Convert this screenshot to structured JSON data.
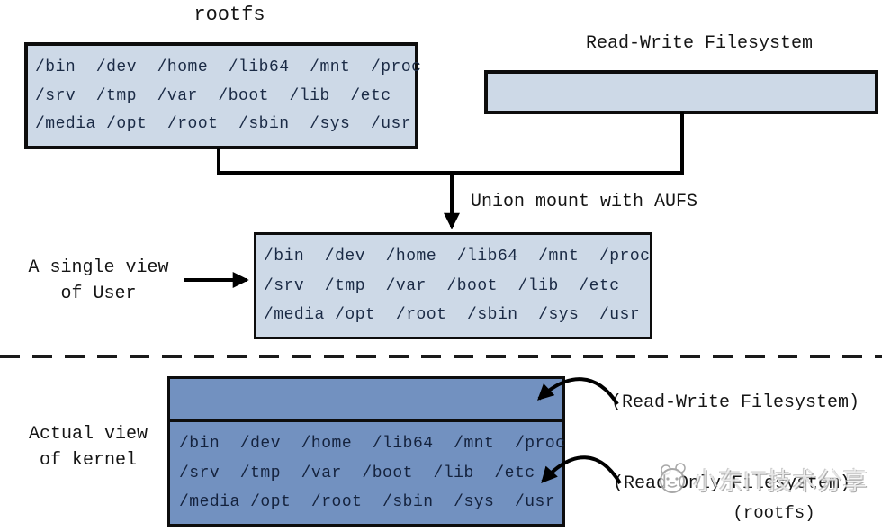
{
  "colors": {
    "light_box_fill": "#cdd9e7",
    "dark_box_fill": "#7291c0",
    "line": "#000000",
    "box_text": "#1a2a45",
    "label_text": "#151515"
  },
  "rootfs_layer": {
    "title": "rootfs"
  },
  "rw_layer": {
    "title": "Read-Write Filesystem"
  },
  "union": {
    "label": "Union mount with AUFS"
  },
  "fs": {
    "rows": [
      "/bin  /dev  /home  /lib64  /mnt  /proc",
      "/srv  /tmp  /var  /boot  /lib  /etc",
      "/media /opt  /root  /sbin  /sys  /usr"
    ]
  },
  "user_view": {
    "line1": "A single view",
    "line2": "of User"
  },
  "kernel_view": {
    "line1": "Actual view",
    "line2": "of kernel"
  },
  "annotations": {
    "rw": "(Read-Write Filesystem)",
    "ro": "(Read-Only Filesystem)",
    "rootfs": "(rootfs)"
  },
  "watermark": {
    "text": "小东IT技术分享"
  }
}
